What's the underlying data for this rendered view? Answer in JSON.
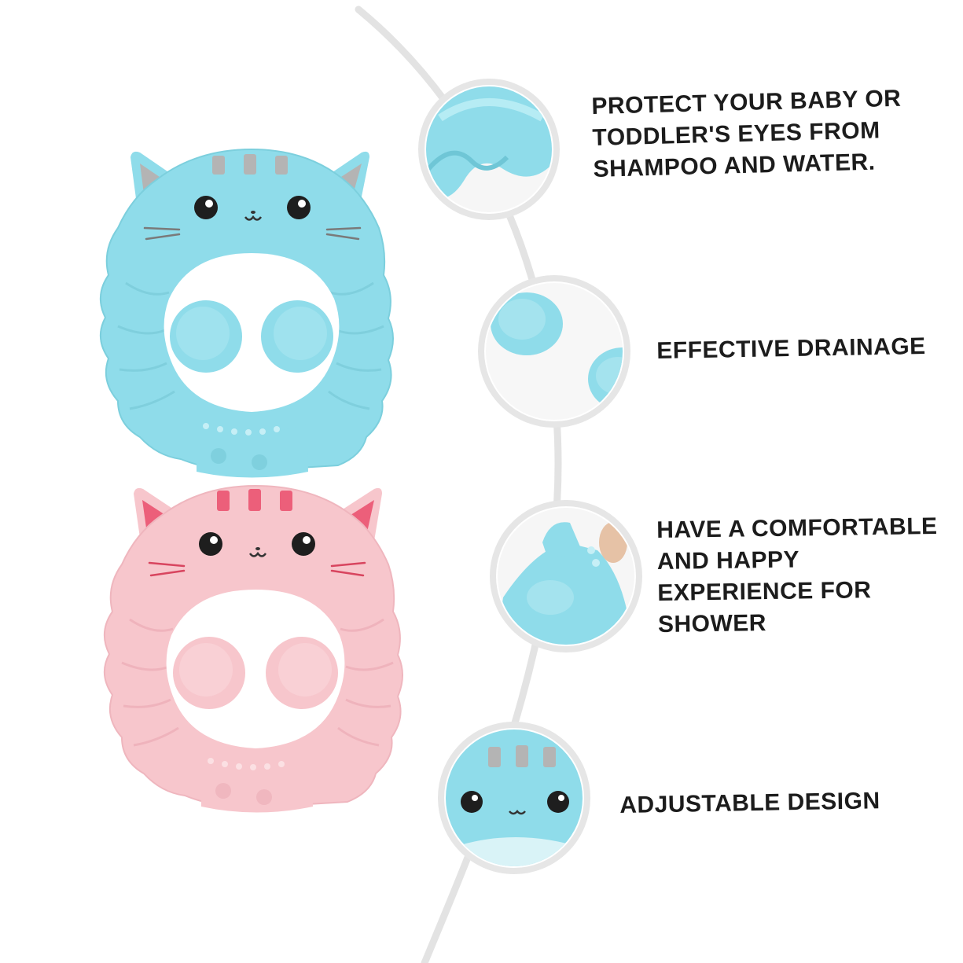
{
  "features": [
    {
      "id": "eye-protection",
      "text": "PROTECT YOUR BABY OR\nTODDLER'S EYES FROM\nSHAMPOO AND WATER."
    },
    {
      "id": "drainage",
      "text": "EFFECTIVE DRAINAGE"
    },
    {
      "id": "comfort",
      "text": "HAVE A COMFORTABLE\nAND HAPPY\nEXPERIENCE FOR\nSHOWER"
    },
    {
      "id": "adjustable",
      "text": "ADJUSTABLE DESIGN"
    }
  ],
  "products": [
    {
      "id": "blue-cat-cap",
      "color": "#8fdcea",
      "accent": "#b4b4b4"
    },
    {
      "id": "pink-cat-cap",
      "color": "#f7c6cc",
      "accent": "#ec5f7a"
    }
  ],
  "colors": {
    "background": "#ffffff",
    "curve": "#e3e3e3",
    "text": "#1c1c1c"
  }
}
